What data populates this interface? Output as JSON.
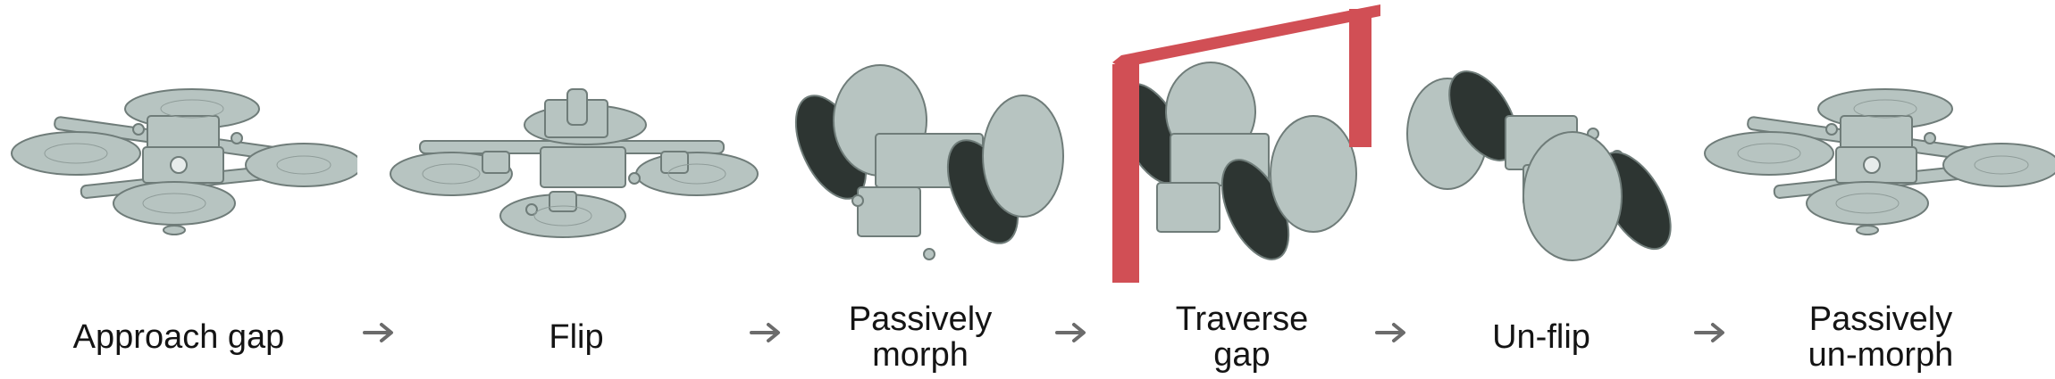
{
  "steps": [
    {
      "id": "approach",
      "lines": [
        "Approach gap"
      ]
    },
    {
      "id": "flip",
      "lines": [
        "Flip"
      ]
    },
    {
      "id": "morph",
      "lines": [
        "Passively",
        "morph"
      ]
    },
    {
      "id": "traverse",
      "lines": [
        "Traverse",
        "gap"
      ]
    },
    {
      "id": "unflip",
      "lines": [
        "Un-flip"
      ]
    },
    {
      "id": "unmorph",
      "lines": [
        "Passively",
        "un-morph"
      ]
    }
  ],
  "arrow_glyph": "arrow-right-icon",
  "colors": {
    "drone_body": "#b7c4c1",
    "drone_outline": "#6f7c79",
    "disc_dark": "#2d3532",
    "gap_frame": "#d14f55",
    "arrow": "#6b6b6b",
    "text": "#141414"
  }
}
